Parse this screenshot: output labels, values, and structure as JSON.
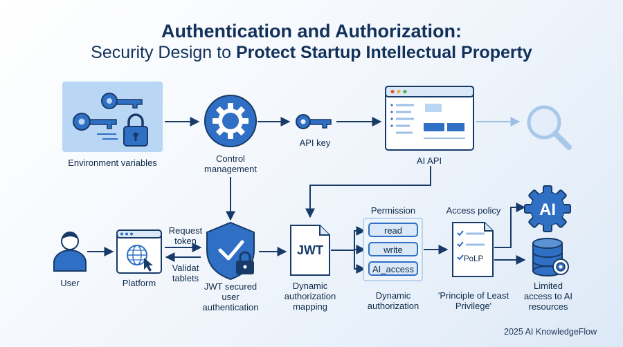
{
  "title": {
    "line1": "Authentication and Authorization:",
    "line2_prefix": "Security Design to ",
    "line2_bold": "Protect Startup Intellectual Property"
  },
  "nodes": {
    "env_vars": "Environment variables",
    "control_mgmt": "Control management",
    "api_key": "API key",
    "ai_api": "AI API",
    "user": "User",
    "platform": "Platform",
    "jwt_auth": "JWT secured user authentication",
    "jwt_mapping": "Dynamic authorization mapping",
    "dyn_auth": "Dynamic authorization",
    "principle": "'Principle of Least Privilege'",
    "limited": "Limited access to AI resources"
  },
  "edges": {
    "request_token": "Request token",
    "validate_tablets": "Validat tablets"
  },
  "jwt_doc": "JWT",
  "permission": {
    "title": "Permission",
    "items": [
      "read",
      "write",
      "AI_access"
    ]
  },
  "access_policy": {
    "title": "Access policy",
    "polp": "PoLP"
  },
  "ai_badge": "AI",
  "footer": "2025 AI KnowledgeFlow",
  "colors": {
    "primary": "#2f6fc4",
    "dark": "#173a68",
    "light_panel": "#b9d6f5"
  }
}
